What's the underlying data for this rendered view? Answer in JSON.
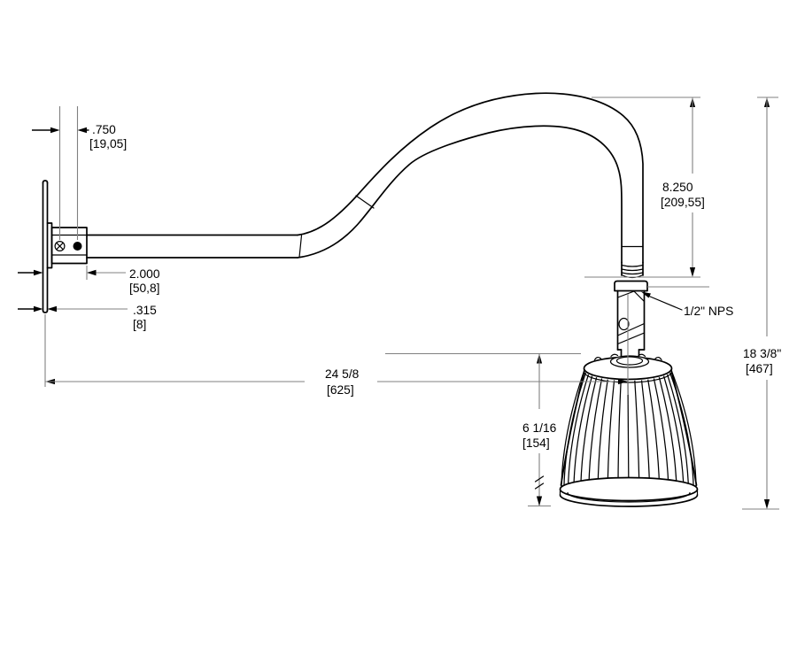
{
  "drawing": {
    "title": "Gooseneck wall-mount luminaire dimensional drawing",
    "background_color": "#ffffff",
    "object_line_color": "#000000",
    "dimension_line_color": "#808080",
    "dimensions": {
      "hole_spacing": {
        "imperial": ".750",
        "metric": "[19,05]"
      },
      "hub_projection": {
        "imperial": "2.000",
        "metric": "[50,8]"
      },
      "plate_thickness": {
        "imperial": ".315",
        "metric": "[8]"
      },
      "arm_reach": {
        "imperial": "24 5/8",
        "metric": "[625]"
      },
      "head_height": {
        "imperial": "6 1/16",
        "metric": "[154]"
      },
      "gooseneck_drop": {
        "imperial": "8.250",
        "metric": "[209,55]"
      },
      "overall_height": {
        "imperial": "18 3/8\"",
        "metric": "[467]"
      },
      "thread_callout": "1/2\" NPS"
    }
  }
}
